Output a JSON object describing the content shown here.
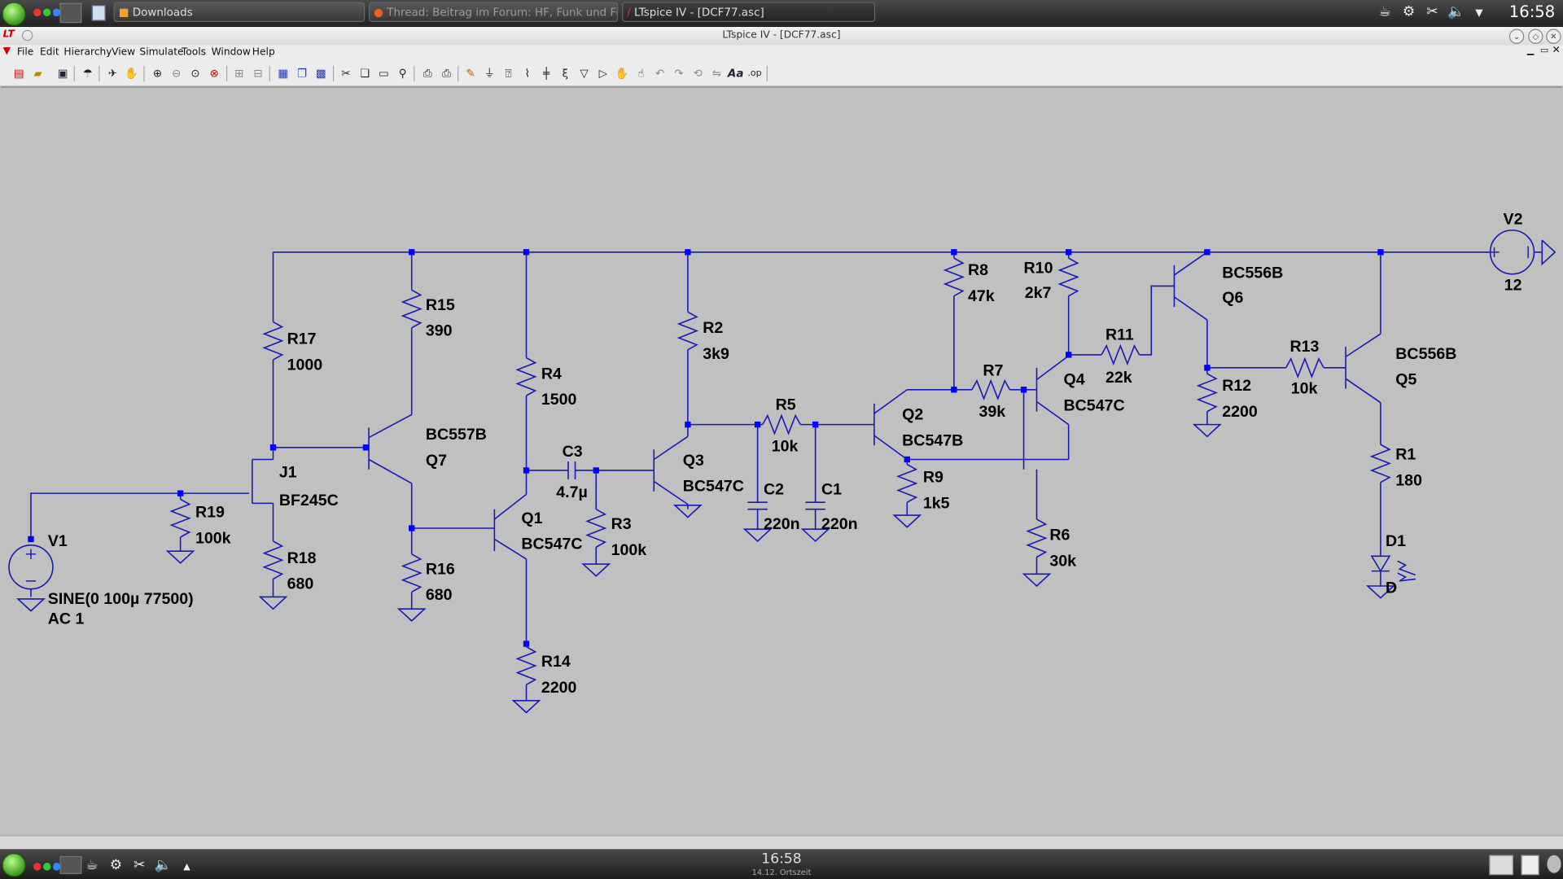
{
  "desktop": {
    "taskbar": {
      "tasks": [
        {
          "label": "Downloads"
        },
        {
          "label": "Thread: Beitrag im Forum: HF, Funk und Fel"
        },
        {
          "label": "LTspice IV - [DCF77.asc]"
        }
      ],
      "clock": "16:58"
    },
    "bottom_panel": {
      "clock": "16:58",
      "subtitle": "14.12. Ortszeit"
    }
  },
  "window": {
    "title": "LTspice IV - [DCF77.asc]",
    "menu": [
      "File",
      "Edit",
      "Hierarchy",
      "View",
      "Simulate",
      "Tools",
      "Window",
      "Help"
    ]
  },
  "toolbar": {
    "icons": [
      "new-schematic-icon",
      "open-icon",
      "save-icon",
      "control-panel-icon",
      "run-icon",
      "halt-icon",
      "zoom-in-icon",
      "zoom-out-icon",
      "zoom-fit-icon",
      "cancel-zoom-icon",
      "autorange-icon",
      "tile-icon",
      "cascade-icon",
      "close-all-icon",
      "cut-icon",
      "copy-icon",
      "paste-icon",
      "find-icon",
      "print-setup-icon",
      "print-icon",
      "wire-icon",
      "ground-icon",
      "label-icon",
      "resistor-icon",
      "capacitor-icon",
      "inductor-icon",
      "diode-icon",
      "component-icon",
      "move-icon",
      "drag-icon",
      "undo-icon",
      "redo-icon",
      "rotate-icon",
      "mirror-icon",
      "text-icon",
      "spice-directive-icon"
    ]
  },
  "schematic": {
    "components": [
      {
        "ref": "V1",
        "value": "SINE(0 100µ 77500)",
        "value2": "AC 1"
      },
      {
        "ref": "V2",
        "value": "12"
      },
      {
        "ref": "J1",
        "value": "BF245C"
      },
      {
        "ref": "Q7",
        "value": "BC557B"
      },
      {
        "ref": "Q1",
        "value": "BC547C"
      },
      {
        "ref": "Q3",
        "value": "BC547C"
      },
      {
        "ref": "Q2",
        "value": "BC547B"
      },
      {
        "ref": "Q4",
        "value": "BC547C"
      },
      {
        "ref": "Q6",
        "value": "BC556B"
      },
      {
        "ref": "Q5",
        "value": "BC556B"
      },
      {
        "ref": "R17",
        "value": "1000"
      },
      {
        "ref": "R15",
        "value": "390"
      },
      {
        "ref": "R19",
        "value": "100k"
      },
      {
        "ref": "R18",
        "value": "680"
      },
      {
        "ref": "R16",
        "value": "680"
      },
      {
        "ref": "R4",
        "value": "1500"
      },
      {
        "ref": "R14",
        "value": "2200"
      },
      {
        "ref": "R3",
        "value": "100k"
      },
      {
        "ref": "R2",
        "value": "3k9"
      },
      {
        "ref": "R5",
        "value": "10k"
      },
      {
        "ref": "R9",
        "value": "1k5"
      },
      {
        "ref": "R8",
        "value": "47k"
      },
      {
        "ref": "R7",
        "value": "39k"
      },
      {
        "ref": "R6",
        "value": "30k"
      },
      {
        "ref": "R10",
        "value": "2k7"
      },
      {
        "ref": "R11",
        "value": "22k"
      },
      {
        "ref": "R12",
        "value": "2200"
      },
      {
        "ref": "R13",
        "value": "10k"
      },
      {
        "ref": "R1",
        "value": "180"
      },
      {
        "ref": "C3",
        "value": "4.7µ"
      },
      {
        "ref": "C2",
        "value": "220n"
      },
      {
        "ref": "C1",
        "value": "220n"
      },
      {
        "ref": "D1",
        "value": "D"
      }
    ]
  },
  "colors": {
    "wire": "#1a1ab0",
    "node": "#0000ff",
    "canvas": "#c0c0c0"
  }
}
